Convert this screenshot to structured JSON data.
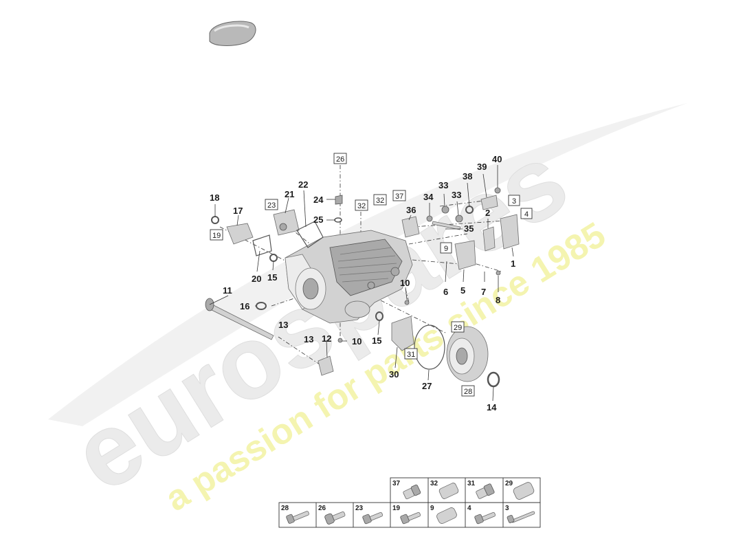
{
  "watermark": {
    "brand": "eurospares",
    "tagline": "a passion for parts since 1985",
    "brand_color": "#e6e6e6",
    "tagline_color": "#f5f5a8"
  },
  "callouts": {
    "c1": "1",
    "c2": "2",
    "c3": "3",
    "c4": "4",
    "c5": "5",
    "c6": "6",
    "c7": "7",
    "c8": "8",
    "c9": "9",
    "c10a": "10",
    "c10b": "10",
    "c11": "11",
    "c12": "12",
    "c13a": "13",
    "c13b": "13",
    "c14": "14",
    "c15a": "15",
    "c15b": "15",
    "c16": "16",
    "c17": "17",
    "c18": "18",
    "c19": "19",
    "c20": "20",
    "c21": "21",
    "c22": "22",
    "c23": "23",
    "c24": "24",
    "c25": "25",
    "c26": "26",
    "c27": "27",
    "c28": "28",
    "c29": "29",
    "c30": "30",
    "c31": "31",
    "c32a": "32",
    "c32b": "32",
    "c33a": "33",
    "c33b": "33",
    "c34": "34",
    "c35": "35",
    "c36": "36",
    "c37": "37",
    "c38": "38",
    "c39": "39",
    "c40": "40"
  },
  "fastener_table": {
    "row1": [
      "37",
      "32",
      "31",
      "29"
    ],
    "row2": [
      "28",
      "26",
      "23",
      "19",
      "9",
      "4",
      "3"
    ]
  },
  "icons": [
    "sealant-tube-icon",
    "gearbox-housing-icon",
    "bolt-icon",
    "sleeve-icon",
    "pin-icon"
  ]
}
